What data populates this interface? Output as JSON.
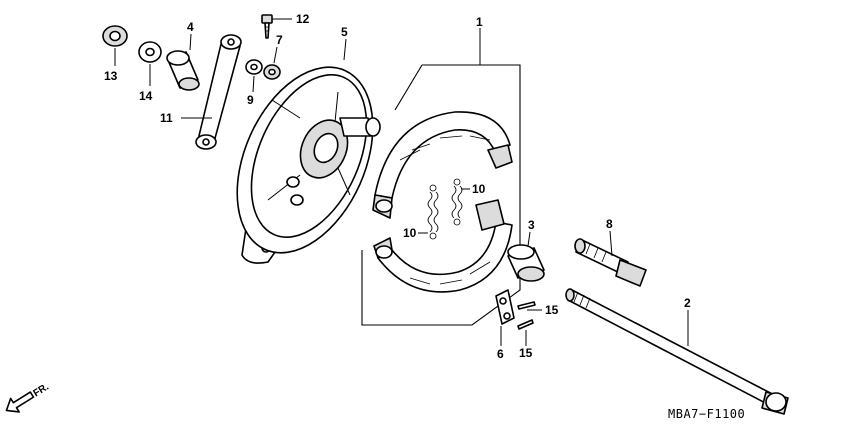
{
  "diagram": {
    "part_labels": {
      "p1": "1",
      "p2": "2",
      "p3": "3",
      "p4": "4",
      "p5": "5",
      "p6": "6",
      "p7": "7",
      "p8": "8",
      "p9": "9",
      "p10a": "10",
      "p10b": "10",
      "p11": "11",
      "p12": "12",
      "p13": "13",
      "p14": "14",
      "p15a": "15",
      "p15b": "15"
    },
    "diagram_code": "MBA7−F1100",
    "direction_label": "FR."
  }
}
